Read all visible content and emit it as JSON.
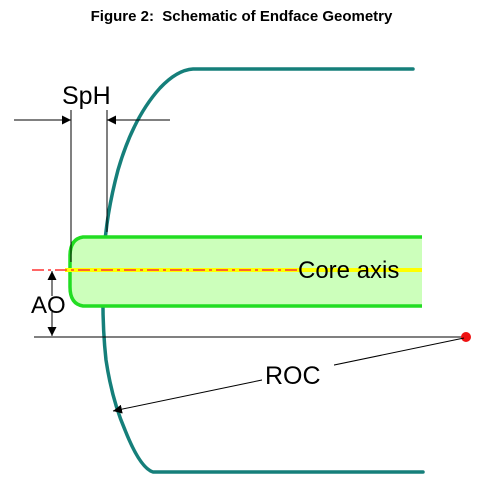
{
  "figure": {
    "title": "Figure 2:  Schematic of Endface Geometry"
  },
  "labels": {
    "sph": "SpH",
    "core_axis": "Core axis",
    "ao": "AO",
    "roc": "ROC"
  },
  "colors": {
    "ferrule_outline": "#157f7a",
    "fiber_outline": "#22dd22",
    "fiber_fill": "#ccffbb",
    "core_axis_red": "#ff3333",
    "core_axis_yellow": "#ffff00",
    "center_point": "#ee1111",
    "dimension_lines": "#000000"
  }
}
